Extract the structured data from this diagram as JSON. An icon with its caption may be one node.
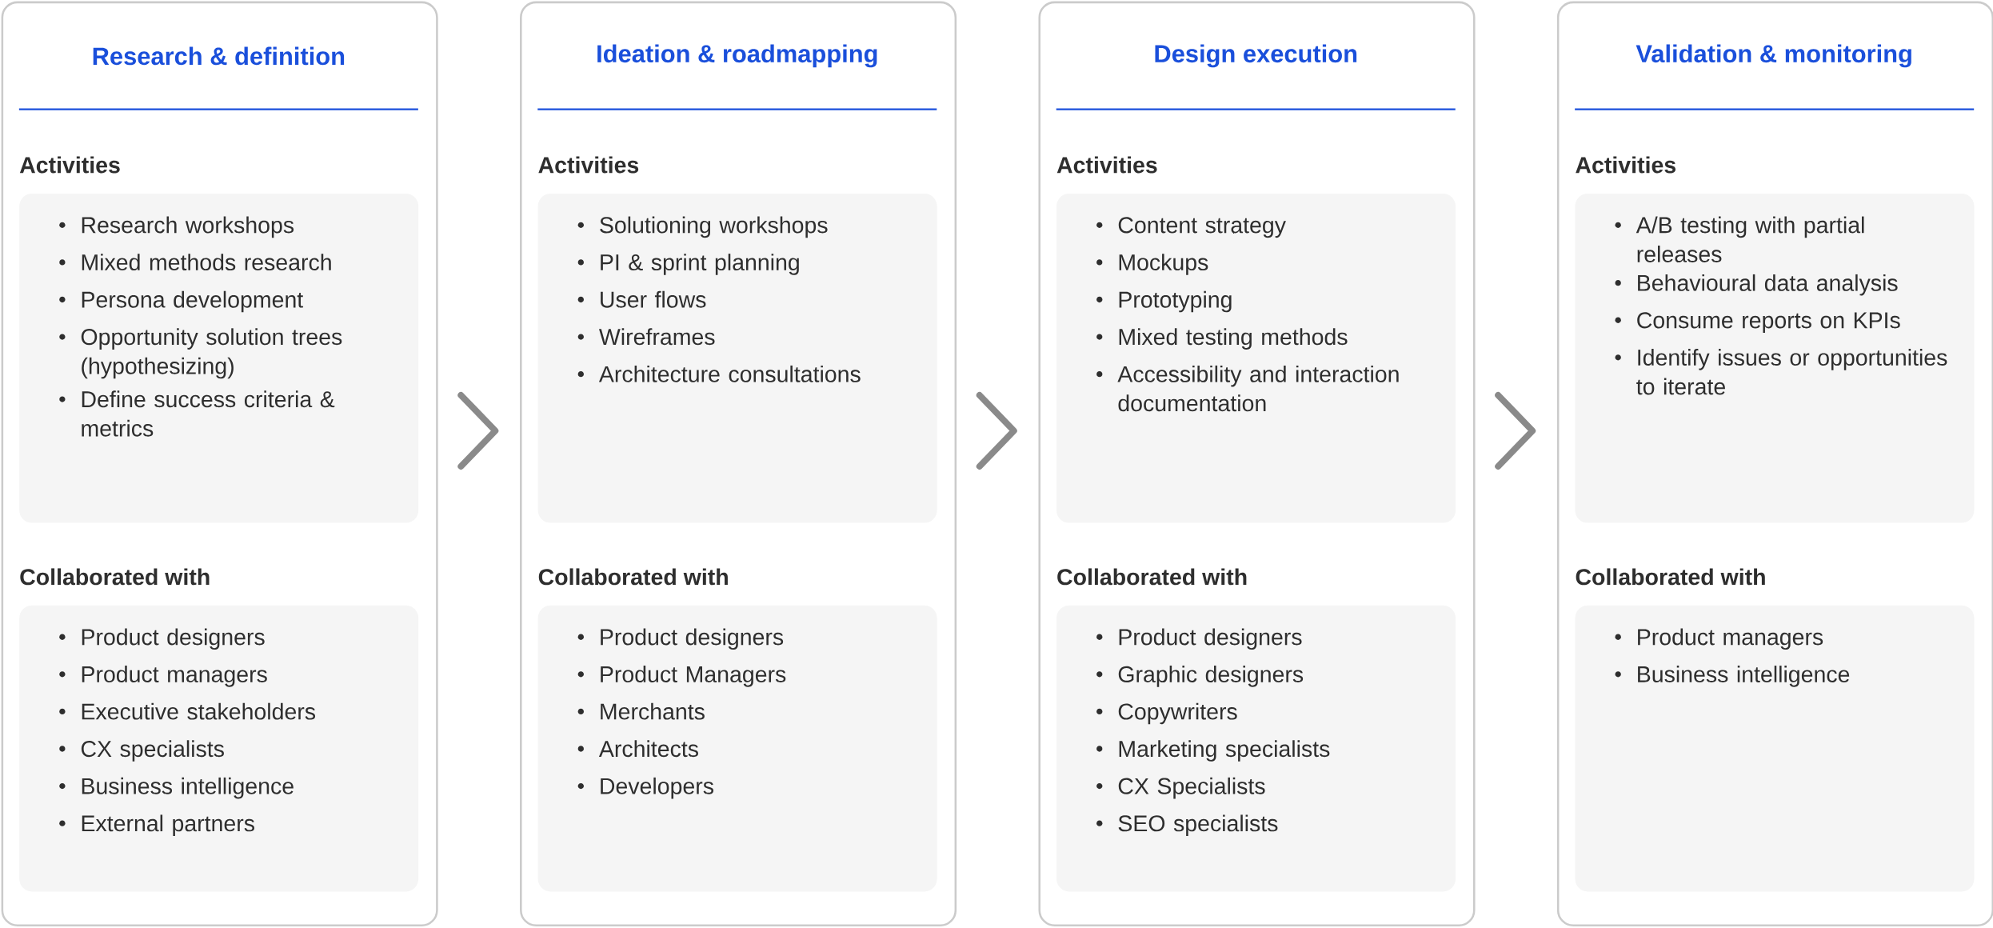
{
  "diagram": {
    "nodes": [
      {
        "text": [
          "Research & definition"
        ]
      },
      {
        "text": [
          "Activities",
          "Research workshops",
          "Mixed methods research",
          "Persona development",
          "Opportunity solution trees (hypothesizing)",
          "Define success criteria & metrics"
        ],
        "in": 0
      },
      {
        "text": [
          "Collaborated with",
          "Product designers",
          "Product managers",
          "Executive stakeholders",
          "CX specialists",
          "Business intelligence",
          "External partners"
        ],
        "in": 0
      },
      {
        "text": [
          "Ideation & roadmapping"
        ]
      },
      {
        "text": [
          "Activities",
          "Solutioning workshops",
          "PI & sprint planning",
          "User flows",
          "Wireframes",
          "Architecture consultations"
        ],
        "in": 3
      },
      {
        "text": [
          "Collaborated with",
          "Product designers",
          "Product Managers",
          "Merchants",
          "Architects",
          "Developers"
        ],
        "in": 3
      },
      {
        "text": [
          "Design execution"
        ]
      },
      {
        "text": [
          "Activities",
          "Content strategy",
          "Mockups",
          "Prototyping",
          "Mixed testing methods",
          "Accessibility and interaction documentation"
        ],
        "in": 6
      },
      {
        "text": [
          "Collaborated with",
          "Product designers",
          "Graphic designers",
          "Copywriters",
          "Marketing specialists",
          "CX Specialists",
          "SEO specialists"
        ],
        "in": 6
      },
      {
        "text": [
          "Validation & monitoring"
        ]
      },
      {
        "text": [
          "Activities",
          "A/B testing with partial releases",
          "Behavioural data analysis",
          "Consume reports on KPIs",
          "Identify issues or opportunities to iterate"
        ],
        "in": 9
      },
      {
        "text": [
          "Collaborated with",
          "Product managers",
          "Business intelligence"
        ],
        "in": 9
      }
    ],
    "edges": [
      {
        "from": 0,
        "to": 3,
        "arrow": "to"
      },
      {
        "from": 3,
        "to": 6,
        "arrow": "to"
      },
      {
        "from": 6,
        "to": 9,
        "arrow": "to"
      }
    ]
  }
}
